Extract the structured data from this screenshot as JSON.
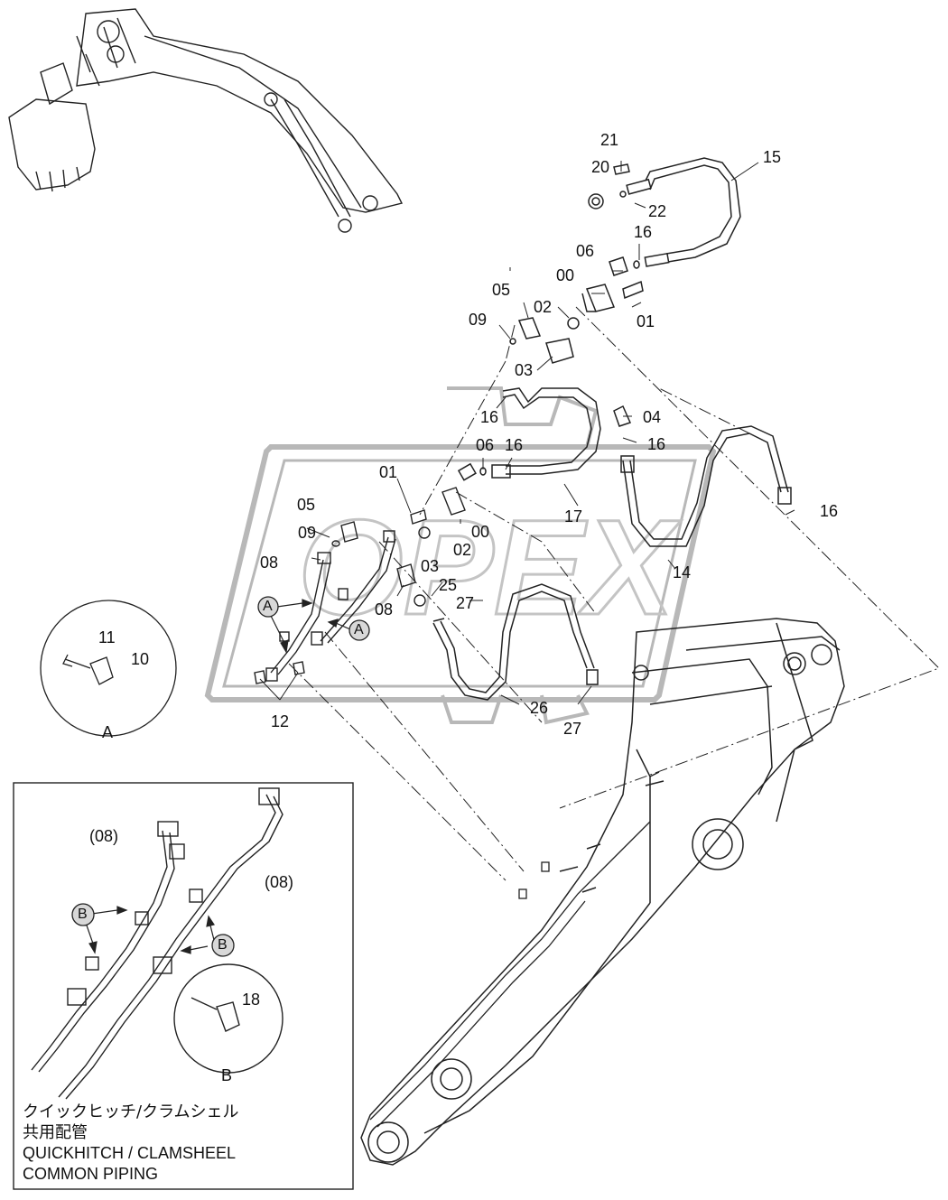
{
  "watermark": "OPEX",
  "part_labels": {
    "p00a": "00",
    "p00b": "00",
    "p01a": "01",
    "p01b": "01",
    "p02a": "02",
    "p02b": "02",
    "p03a": "03",
    "p03b": "03",
    "p04": "04",
    "p05a": "05",
    "p05b": "05",
    "p06a": "06",
    "p06b": "06",
    "p08a": "08",
    "p08b": "08",
    "p08c": "(08)",
    "p08d": "(08)",
    "p09a": "09",
    "p09b": "09",
    "p10": "10",
    "p11": "11",
    "p12": "12",
    "p14": "14",
    "p15": "15",
    "p16a": "16",
    "p16b": "16",
    "p16c": "16",
    "p16d": "16",
    "p16e": "16",
    "p17": "17",
    "p18": "18",
    "p20": "20",
    "p21": "21",
    "p22": "22",
    "p25": "25",
    "p26": "26",
    "p27a": "27",
    "p27b": "27"
  },
  "callouts": {
    "a1": "A",
    "a2": "A",
    "b1": "B",
    "b2": "B"
  },
  "detail_labels": {
    "a": "A",
    "b": "B"
  },
  "inset_title": {
    "line1": "クイックヒッチ/クラムシェル",
    "line2": "共用配管",
    "line3": "QUICKHITCH / CLAMSHEEL",
    "line4": "COMMON  PIPING"
  }
}
